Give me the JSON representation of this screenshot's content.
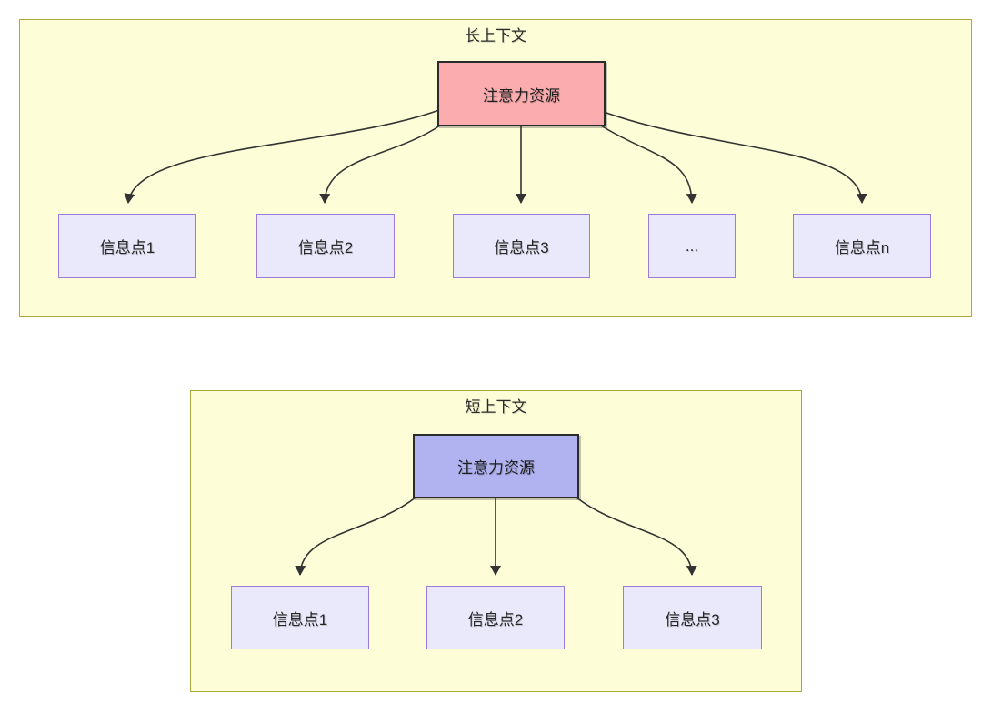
{
  "diagram": {
    "long_context": {
      "title": "长上下文",
      "attention_label": "注意力资源",
      "nodes": [
        "信息点1",
        "信息点2",
        "信息点3",
        "...",
        "信息点n"
      ]
    },
    "short_context": {
      "title": "短上下文",
      "attention_label": "注意力资源",
      "nodes": [
        "信息点1",
        "信息点2",
        "信息点3"
      ]
    },
    "colors": {
      "container_fill": "#fdfdd8",
      "container_border": "#a8aa3a",
      "attention_long_fill": "#fbacae",
      "attention_short_fill": "#b1b3f1",
      "attention_border": "#2b2b2b",
      "node_fill": "#e9e9fb",
      "node_border": "#9b7cdb",
      "arrow": "#333333",
      "text": "#262626"
    }
  }
}
